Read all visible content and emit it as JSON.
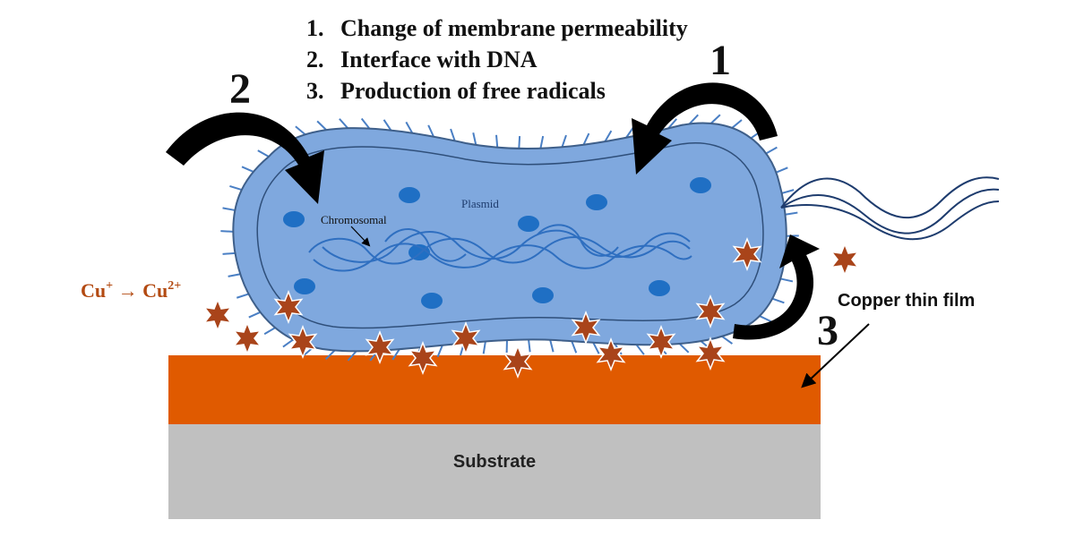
{
  "mechanisms": [
    {
      "num": "1.",
      "text": "Change of membrane permeability"
    },
    {
      "num": "2.",
      "text": "Interface with DNA"
    },
    {
      "num": "3.",
      "text": "Production of free radicals"
    }
  ],
  "step_numbers": {
    "one": "1",
    "two": "2",
    "three": "3"
  },
  "cell_labels": {
    "plasmid": "Plasmid",
    "chromosomal": "Chromosomal"
  },
  "ion_label": {
    "left": "Cu",
    "left_charge": "+",
    "arrow": "→",
    "right": "Cu",
    "right_charge": "2+"
  },
  "film_label": "Copper thin film",
  "substrate_label": "Substrate",
  "colors": {
    "cell_fill": "#7fa8de",
    "cell_outline": "#3e5f8a",
    "granule": "#1f6fc4",
    "dna": "#2f6fc0",
    "flagellum": "#1e3c6e",
    "copper_film": "#e05a00",
    "substrate": "#c0c0c0",
    "ion_star": "#a9441a",
    "ion_label": "#b34a12",
    "arrow": "#000000"
  }
}
